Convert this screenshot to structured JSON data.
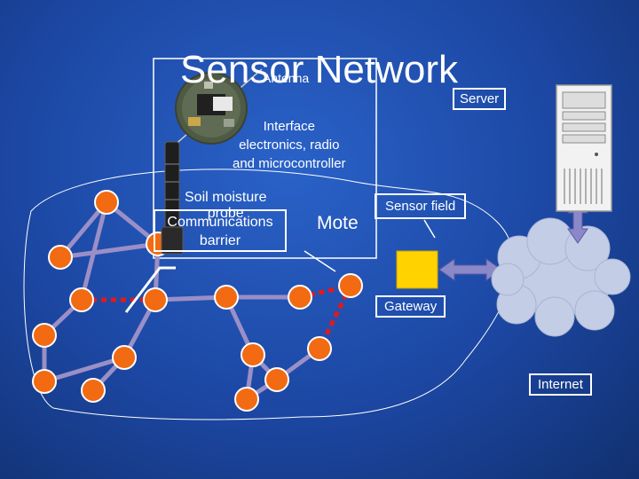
{
  "title": "Sensor Network",
  "labels": {
    "antenna": "Antenna",
    "server": "Server",
    "interface": "Interface\nelectronics, radio\nand microcontroller",
    "soil_moisture": "Soil moisture\nprobe",
    "comm_barrier": "Communications\nbarrier",
    "mote": "Mote",
    "sensor_field": "Sensor field",
    "gateway": "Gateway",
    "internet": "Internet"
  },
  "colors": {
    "background": "#1c47a3",
    "node": "#f26a12",
    "link": "#9a8fc6",
    "barrier_link": "#e01a1a",
    "gateway": "#ffd200",
    "cloud": "#c4cde6",
    "connector": "#8b88c9"
  },
  "icons": [
    "sensor-board-icon",
    "soil-probe-icon",
    "server-tower-icon",
    "internet-cloud-icon"
  ]
}
